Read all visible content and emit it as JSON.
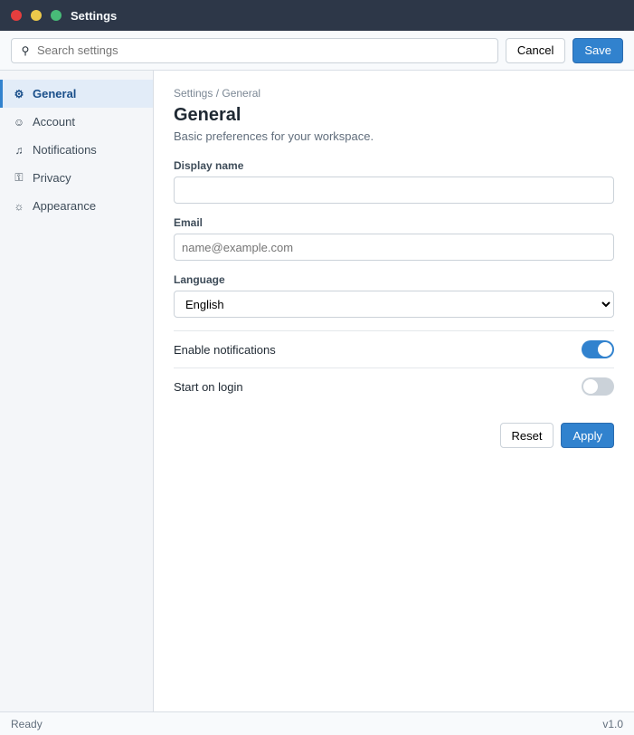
{
  "window": {
    "title": "Settings"
  },
  "toolbar": {
    "search_placeholder": "Search settings",
    "save_label": "Save",
    "cancel_label": "Cancel"
  },
  "sidebar": {
    "items": [
      {
        "label": "General"
      },
      {
        "label": "Account"
      },
      {
        "label": "Notifications"
      },
      {
        "label": "Privacy"
      },
      {
        "label": "Appearance"
      }
    ]
  },
  "main": {
    "breadcrumb": "Settings / General",
    "title": "General",
    "subtitle": "Basic preferences for your workspace.",
    "fields": {
      "name_label": "Display name",
      "name_value": "",
      "email_label": "Email",
      "email_placeholder": "name@example.com",
      "language_label": "Language",
      "language_value": "English"
    },
    "toggles": [
      {
        "label": "Enable notifications"
      },
      {
        "label": "Start on login"
      }
    ],
    "apply_label": "Apply",
    "reset_label": "Reset"
  },
  "status": {
    "left": "Ready",
    "right": "v1.0"
  }
}
